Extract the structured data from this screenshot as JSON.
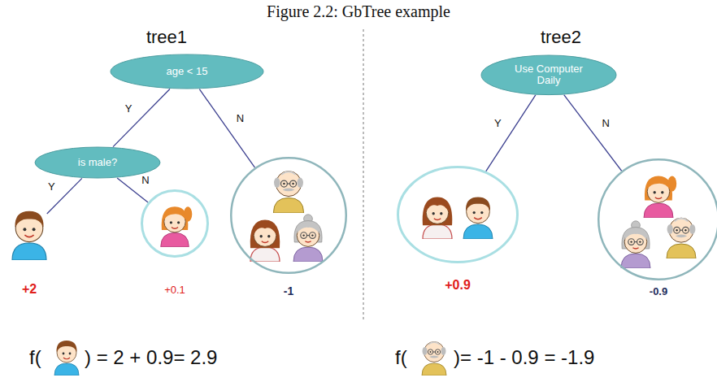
{
  "diagram": {
    "title": "Figure 2.2: GbTree example",
    "nodes": [
      {
        "text": [
          "age < 15"
        ]
      },
      {
        "text": [
          "is male?"
        ]
      },
      {
        "text": [
          "+2"
        ]
      },
      {
        "text": [
          "+0.1"
        ]
      },
      {
        "text": [
          "-1"
        ]
      },
      {
        "text": [
          "Use Computer Daily"
        ]
      },
      {
        "text": [
          "+0.9"
        ]
      },
      {
        "text": [
          "-0.9"
        ]
      }
    ],
    "edges": [
      {
        "from": 0,
        "to": 1,
        "arrow": "none",
        "label": "Y"
      },
      {
        "from": 0,
        "to": 4,
        "arrow": "none",
        "label": "N"
      },
      {
        "from": 1,
        "to": 2,
        "arrow": "none",
        "label": "Y"
      },
      {
        "from": 1,
        "to": 3,
        "arrow": "none",
        "label": "N"
      },
      {
        "from": 5,
        "to": 6,
        "arrow": "none",
        "label": "Y"
      },
      {
        "from": 5,
        "to": 7,
        "arrow": "none",
        "label": "N"
      }
    ],
    "labels": [
      "tree1",
      "tree2",
      "f(",
      ") = 2 + 0.9= 2.9",
      "f(",
      ")= -1 - 0.9 = -1.9"
    ]
  }
}
